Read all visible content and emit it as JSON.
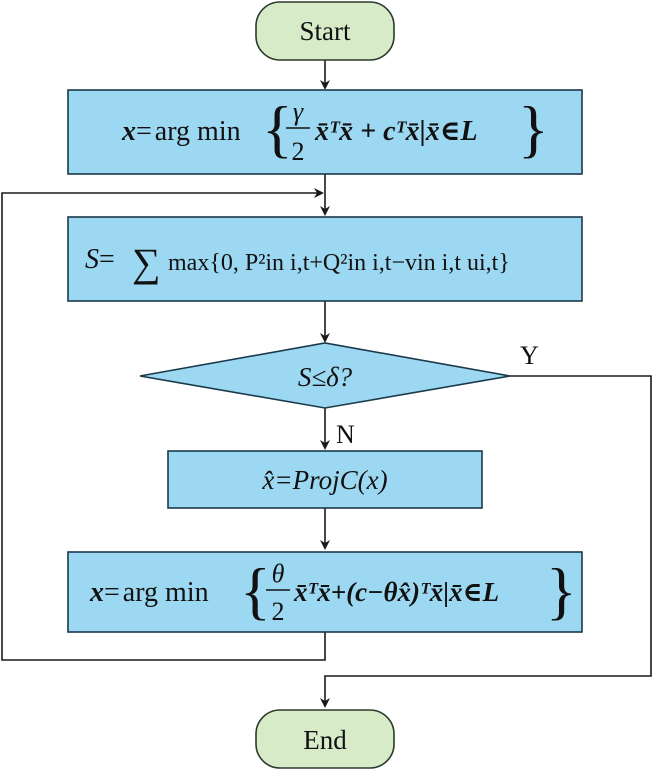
{
  "nodes": {
    "start": "Start",
    "end": "End"
  },
  "labels": {
    "yes": "Y",
    "no": "N"
  },
  "formulas": {
    "step1": {
      "lhs": "x",
      "eq": "=",
      "op": "arg min",
      "frac_num": "γ",
      "frac_den": "2",
      "body": "x̄ᵀx̄ + cᵀx̄|x̄∈L"
    },
    "step2": {
      "lhs": "S",
      "eq": "=",
      "sum": "∑",
      "body": "max{0, P²in i,t+Q²in i,t−vin i,t ui,t}"
    },
    "decision": "S≤δ?",
    "step3": "x̂=ProjC(x)",
    "step4": {
      "lhs": "x",
      "eq": "=",
      "op": "arg min",
      "frac_num": "θ",
      "frac_den": "2",
      "body": "x̄ᵀx̄+(c−θx̂)ᵀx̄|x̄∈L"
    }
  },
  "colors": {
    "process_fill": "#9dd8f2",
    "terminal_fill": "#d7ebc9",
    "line": "#1a1a1a"
  }
}
